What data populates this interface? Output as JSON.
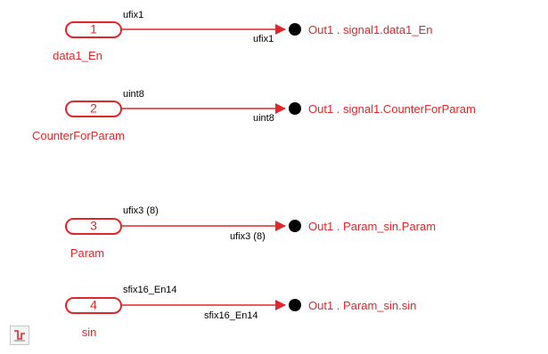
{
  "diagram": {
    "rows": [
      {
        "port_number": "1",
        "port_name": "data1_En",
        "type_top": "ufix1",
        "type_bottom": "ufix1",
        "destination": "Out1 . signal1.data1_En"
      },
      {
        "port_number": "2",
        "port_name": "CounterForParam",
        "type_top": "uint8",
        "type_bottom": "uint8",
        "destination": "Out1 . signal1.CounterForParam"
      },
      {
        "port_number": "3",
        "port_name": "Param",
        "type_top": "ufix3 (8)",
        "type_bottom": "ufix3 (8)",
        "destination": "Out1 . Param_sin.Param"
      },
      {
        "port_number": "4",
        "port_name": "sin",
        "type_top": "sfix16_En14",
        "type_bottom": "sfix16_En14",
        "destination": "Out1 . Param_sin.sin"
      }
    ],
    "colors": {
      "line": "#e3262a",
      "port_fill": "#ffffff",
      "dot": "#000000",
      "type_text": "#000000"
    },
    "corner_button_icon": "step-signal-icon"
  }
}
